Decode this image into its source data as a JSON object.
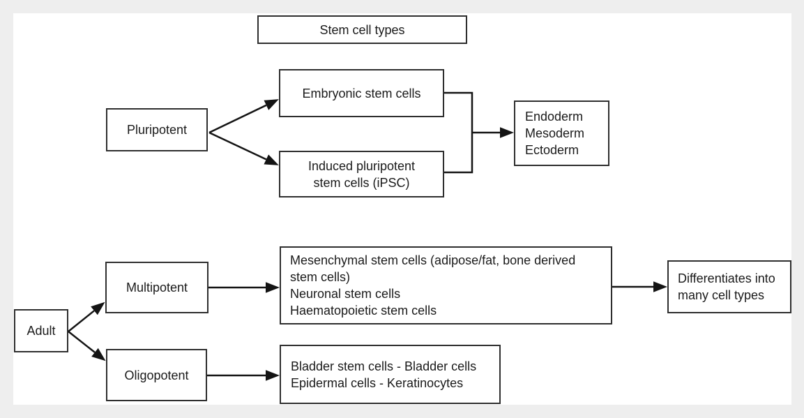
{
  "diagram": {
    "title": "Stem cell types",
    "nodes": {
      "title_box": {
        "label": "Stem cell types"
      },
      "pluripotent": {
        "label": "Pluripotent"
      },
      "embryonic": {
        "label": "Embryonic stem cells"
      },
      "ipsc": {
        "lines": [
          "Induced pluripotent",
          "stem cells (iPSC)"
        ]
      },
      "germ_layers": {
        "lines": [
          "Endoderm",
          "Mesoderm",
          "Ectoderm"
        ]
      },
      "adult": {
        "label": "Adult"
      },
      "multipotent": {
        "label": "Multipotent"
      },
      "oligopotent": {
        "label": "Oligopotent"
      },
      "multipotent_examples": {
        "lines": [
          "Mesenchymal stem cells (adipose/fat, bone derived stem cells)",
          "Neuronal stem cells",
          "Haematopoietic stem cells"
        ]
      },
      "differentiates": {
        "lines": [
          "Differentiates into",
          "many cell types"
        ]
      },
      "oligopotent_examples": {
        "lines": [
          "Bladder stem cells - Bladder cells",
          "Epidermal cells - Keratinocytes"
        ]
      }
    },
    "edges": [
      {
        "from": "Pluripotent",
        "to": "Embryonic stem cells"
      },
      {
        "from": "Pluripotent",
        "to": "Induced pluripotent stem cells (iPSC)"
      },
      {
        "from": "Embryonic stem cells + iPSC",
        "to": "Endoderm Mesoderm Ectoderm"
      },
      {
        "from": "Adult",
        "to": "Multipotent"
      },
      {
        "from": "Adult",
        "to": "Oligopotent"
      },
      {
        "from": "Multipotent",
        "to": "Mesenchymal / Neuronal / Haematopoietic stem cells"
      },
      {
        "from": "Multipotent examples",
        "to": "Differentiates into many cell types"
      },
      {
        "from": "Oligopotent",
        "to": "Bladder / Epidermal cells"
      }
    ],
    "colors": {
      "background": "#eeeeee",
      "canvas": "#ffffff",
      "box_border": "#2e2e2e",
      "arrow": "#141414",
      "text": "#1a1a1a"
    }
  }
}
